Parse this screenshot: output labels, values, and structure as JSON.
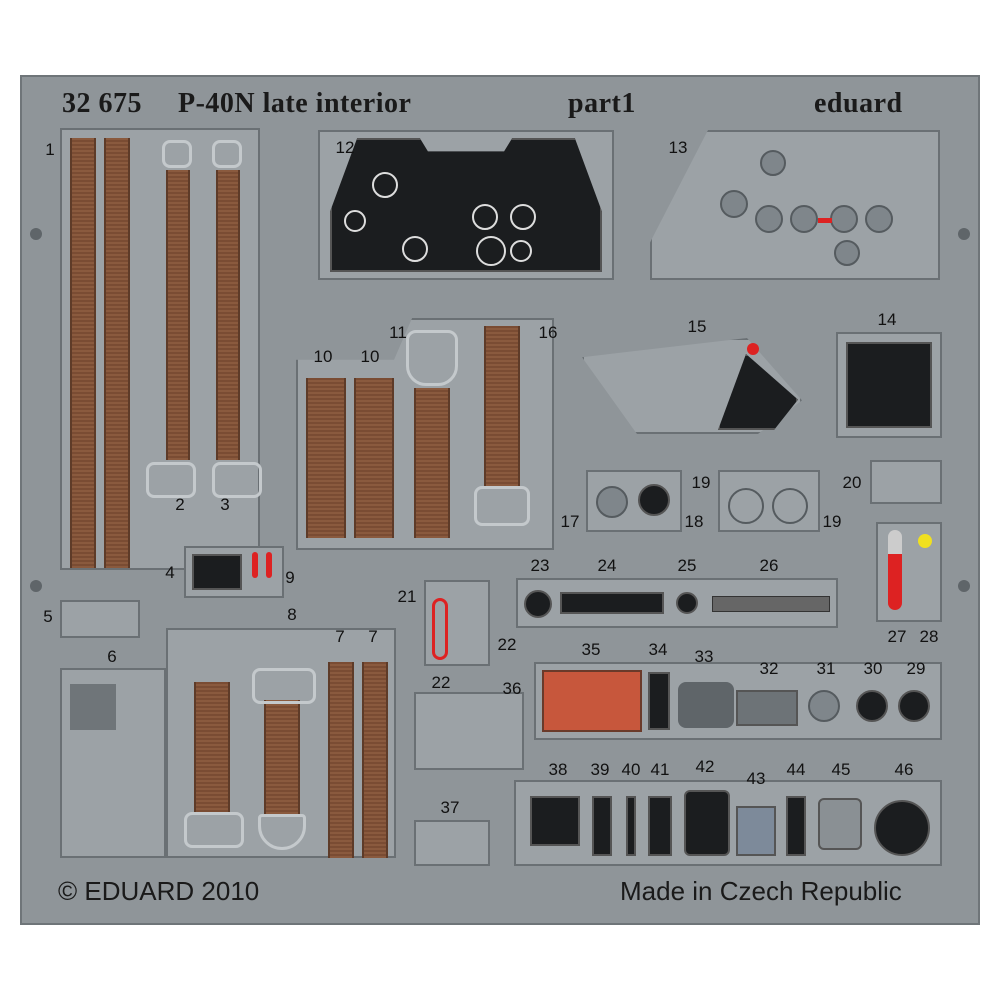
{
  "header": {
    "catalog_number": "32 675",
    "title": "P-40N late interior",
    "part": "part1",
    "brand": "eduard"
  },
  "footer": {
    "copyright": "© EDUARD 2010",
    "origin": "Made in Czech Republic"
  },
  "parts": {
    "p1": "1",
    "p2": "2",
    "p3": "3",
    "p4": "4",
    "p5": "5",
    "p6": "6",
    "p7a": "7",
    "p7b": "7",
    "p8": "8",
    "p9": "9",
    "p10a": "10",
    "p10b": "10",
    "p11": "11",
    "p12": "12",
    "p13": "13",
    "p14": "14",
    "p15": "15",
    "p16": "16",
    "p17": "17",
    "p18": "18",
    "p19a": "19",
    "p19b": "19",
    "p20": "20",
    "p21": "21",
    "p22a": "22",
    "p22b": "22",
    "p23": "23",
    "p24": "24",
    "p25": "25",
    "p26": "26",
    "p27": "27",
    "p28": "28",
    "p29": "29",
    "p30": "30",
    "p31": "31",
    "p32": "32",
    "p33": "33",
    "p34": "34",
    "p35": "35",
    "p36": "36",
    "p37": "37",
    "p38": "38",
    "p39": "39",
    "p40": "40",
    "p41": "41",
    "p42": "42",
    "p43": "43",
    "p44": "44",
    "p45": "45",
    "p46": "46"
  },
  "colors": {
    "fret": "#8f9599",
    "strap": "#8a5a3e",
    "panel": "#1b1d1f",
    "red": "#d22",
    "yellow": "#f0e020"
  }
}
